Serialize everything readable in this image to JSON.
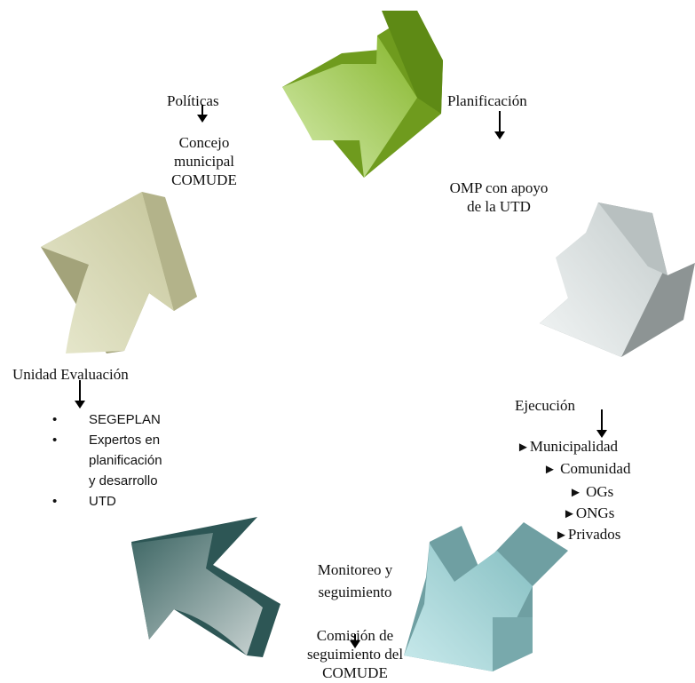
{
  "colors": {
    "green_arrow": "#8fbf3a",
    "gray_arrow": "#c9cfcf",
    "cyan_arrow": "#8fc4c6",
    "teal_arrow": "#2f5a58",
    "khaki_arrow": "#c9c9a0"
  },
  "stages": {
    "politicas": {
      "title": "Políticas",
      "actor_lines": [
        "Concejo",
        "municipal",
        "COMUDE"
      ]
    },
    "planificacion": {
      "title": "Planificación",
      "actor_lines": [
        "OMP con apoyo",
        "de la UTD"
      ]
    },
    "ejecucion": {
      "title": "Ejecución",
      "actors": [
        "Municipalidad",
        "Comunidad",
        "OGs",
        "ONGs",
        "Privados"
      ],
      "marker": "►"
    },
    "monitoreo": {
      "title_lines": [
        "Monitoreo y",
        "seguimiento"
      ],
      "actor_lines": [
        "Comisión de",
        "seguimiento del",
        "COMUDE"
      ]
    },
    "evaluacion": {
      "title": "Unidad  Evaluación",
      "bullet_marker": "•",
      "items": [
        "SEGEPLAN",
        "Expertos en planificación y desarrollo",
        "UTD"
      ],
      "item_lines": {
        "expertos": [
          "Expertos en",
          "planificación",
          "y desarrollo"
        ]
      }
    }
  }
}
